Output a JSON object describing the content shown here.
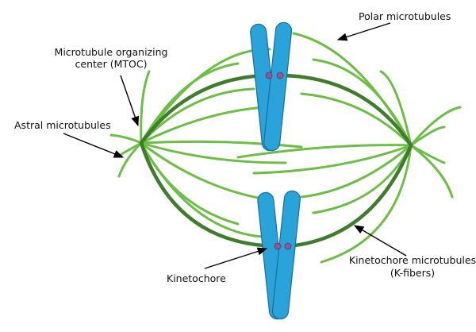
{
  "labels": {
    "polar": "Polar microtubules",
    "mtoc_line1": "Microtubule organizing",
    "mtoc_line2": "center (MTOC)",
    "astral": "Astral microtubules",
    "kinetochore": "Kinetochore",
    "kfiber_line1": "Kinetochore microtubules",
    "kfiber_line2": "(K-fibers)"
  },
  "colors": {
    "microtubule_light": "#6dbe45",
    "microtubule_dark": "#3f7d2c",
    "chromosome": "#29a3d9",
    "kinetochore": "#8a5a9a"
  }
}
